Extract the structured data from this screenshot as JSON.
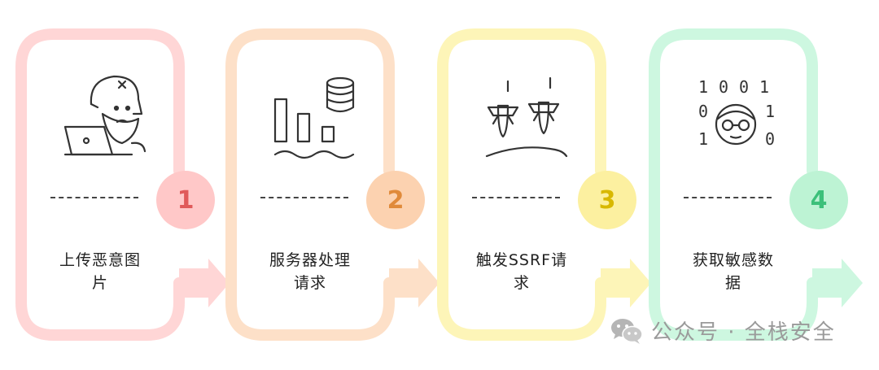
{
  "steps": [
    {
      "number": "1",
      "label_line1": "上传恶意图",
      "label_line2": "片",
      "icon": "hacker-laptop-icon",
      "color": "#ffd6d6",
      "badge_color": "#ffc4c4",
      "number_color": "#e05a5a"
    },
    {
      "number": "2",
      "label_line1": "服务器处理",
      "label_line2": "请求",
      "icon": "server-database-icon",
      "color": "#fde0c8",
      "badge_color": "#fcd2b0",
      "number_color": "#e08a3a"
    },
    {
      "number": "3",
      "label_line1": "触发SSRF请",
      "label_line2": "求",
      "icon": "missiles-icon",
      "color": "#fdf5b8",
      "badge_color": "#fcf0a0",
      "number_color": "#d8b800"
    },
    {
      "number": "4",
      "label_line1": "获取敏感数",
      "label_line2": "据",
      "icon": "binary-person-icon",
      "color": "#cdf7e0",
      "badge_color": "#bdf3d4",
      "number_color": "#3cc07a"
    }
  ],
  "watermark": {
    "icon": "wechat-icon",
    "text": "公众号 · 全栈安全"
  }
}
